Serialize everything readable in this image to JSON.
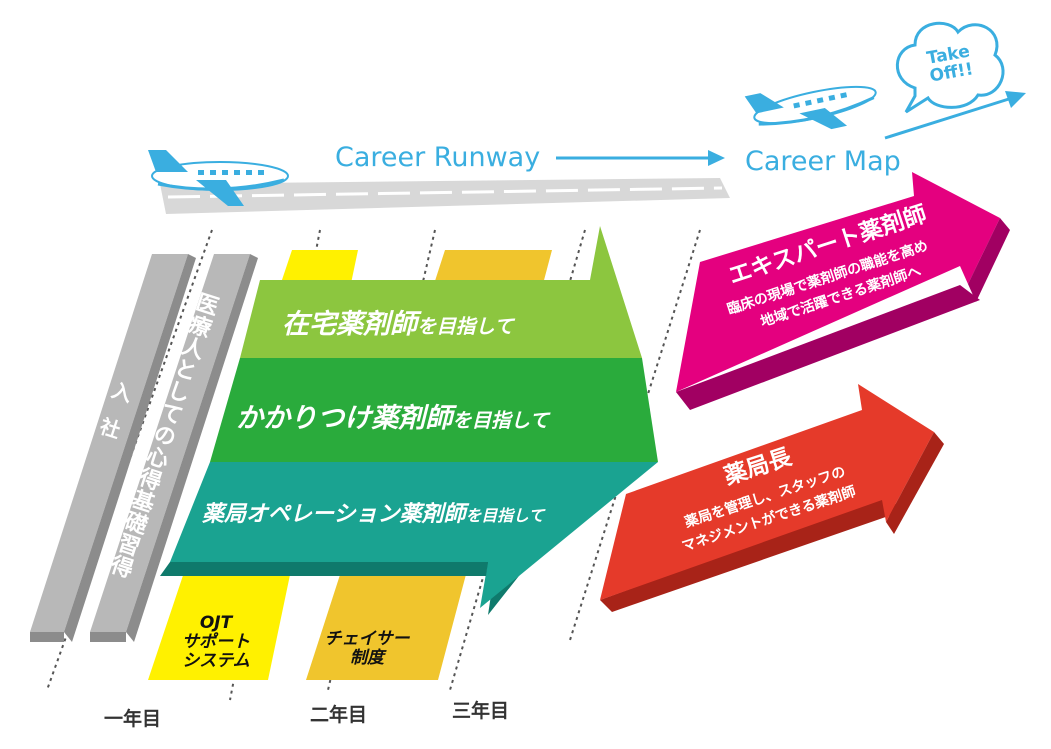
{
  "header": {
    "runway_label": "Career Runway",
    "map_label": "Career Map",
    "takeoff_line1": "Take",
    "takeoff_line2": "Off!!"
  },
  "columns": {
    "entry": "入社",
    "basics": "医療人としての心得基礎習得"
  },
  "tracks": [
    {
      "main": "在宅薬剤師",
      "suffix": "を目指して"
    },
    {
      "main": "かかりつけ薬剤師",
      "suffix": "を目指して"
    },
    {
      "main": "薬局オペレーション薬剤師",
      "suffix": "を目指して"
    }
  ],
  "systems": {
    "ojt_line1": "OJT",
    "ojt_line2": "サポート",
    "ojt_line3": "システム",
    "chaser_line1": "チェイサー",
    "chaser_line2": "制度"
  },
  "careers": {
    "expert": {
      "title": "エキスパート薬剤師",
      "line1": "臨床の現場で薬剤師の職能を高め",
      "line2": "地域で活躍できる薬剤師へ"
    },
    "manager": {
      "title": "薬局長",
      "line1": "薬局を管理し、スタッフの",
      "line2": "マネジメントができる薬剤師"
    }
  },
  "years": [
    "一年目",
    "二年目",
    "三年目"
  ],
  "colors": {
    "accent_blue": "#3aaee0",
    "band_top": "#8cc63f",
    "band_mid": "#2aab3c",
    "band_bottom": "#1aa391",
    "expert": "#e4007f",
    "manager": "#e53a2a",
    "system_yellow": "#fff100",
    "system_gold": "#f0c52d",
    "column_gray": "#b8b8b8"
  }
}
